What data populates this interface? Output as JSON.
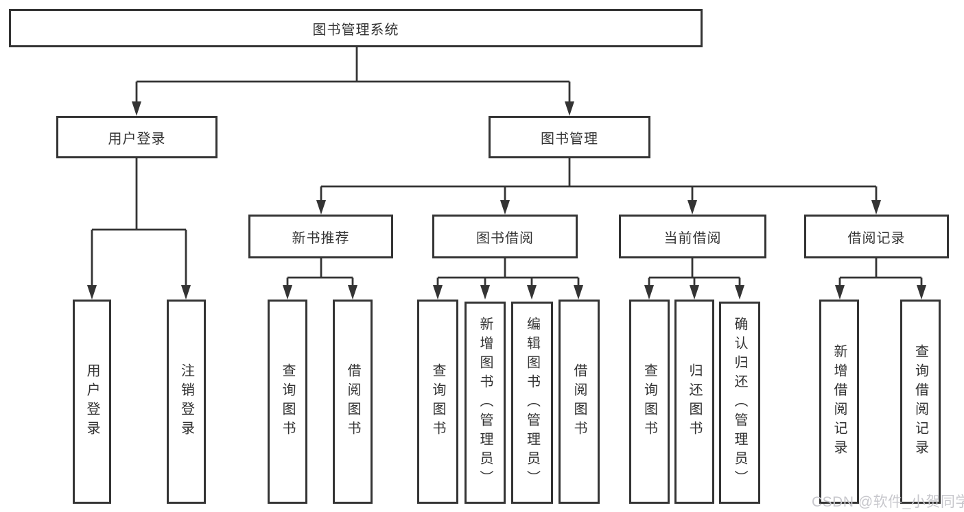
{
  "diagram": {
    "nodes": {
      "root": "图书管理系统",
      "user_login": "用户登录",
      "book_mgmt": "图书管理",
      "new_book_rec": "新书推荐",
      "book_borrow": "图书借阅",
      "current_borrow": "当前借阅",
      "borrow_records": "借阅记录",
      "leaf_user_login": "用户登录",
      "leaf_logout": "注销登录",
      "leaf_nb_query": "查询图书",
      "leaf_nb_borrow": "借阅图书",
      "leaf_bb_query": "查询图书",
      "leaf_bb_add": "新增图书（管理员）",
      "leaf_bb_edit": "编辑图书（管理员）",
      "leaf_bb_borrow": "借阅图书",
      "leaf_cb_query": "查询图书",
      "leaf_cb_return": "归还图书",
      "leaf_cb_confirm": "确认归还（管理员）",
      "leaf_br_add": "新增借阅记录",
      "leaf_br_query": "查询借阅记录"
    },
    "colors": {
      "line": "#343434",
      "box_border": "#343434",
      "text": "#333333",
      "watermark_text": "#c7c7cc",
      "background": "#ffffff"
    }
  },
  "watermark": {
    "text": "CSDN @软件_小贺同学"
  }
}
